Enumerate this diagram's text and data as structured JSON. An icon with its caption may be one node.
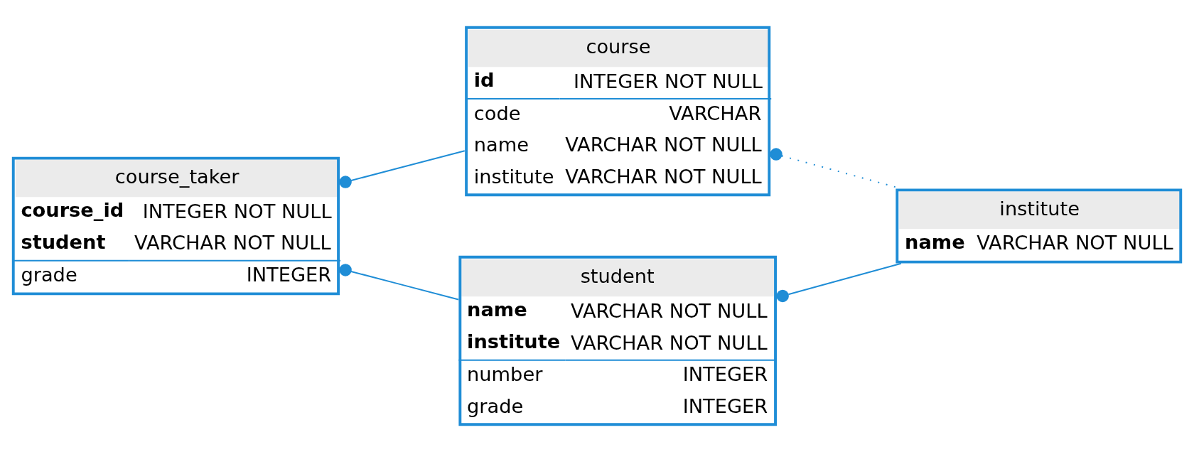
{
  "diagram": {
    "nodes": [
      {
        "text": [
          "course",
          "id",
          "INTEGER NOT NULL",
          "code",
          "VARCHAR",
          "name",
          "VARCHAR NOT NULL",
          "institute",
          "VARCHAR NOT NULL"
        ]
      },
      {
        "text": [
          "course_taker",
          "course_id",
          "INTEGER NOT NULL",
          "student",
          "VARCHAR NOT NULL",
          "grade",
          "INTEGER"
        ]
      },
      {
        "text": [
          "institute",
          "name",
          "VARCHAR NOT NULL"
        ]
      },
      {
        "text": [
          "student",
          "name",
          "VARCHAR NOT NULL",
          "institute",
          "VARCHAR NOT NULL",
          "number",
          "INTEGER",
          "grade",
          "INTEGER"
        ]
      }
    ],
    "edges": [
      {
        "from": 1,
        "to": 0,
        "arrow": "other"
      },
      {
        "from": 0,
        "to": 2,
        "arrow": "other",
        "style": "dashed"
      },
      {
        "from": 1,
        "to": 3,
        "arrow": "other"
      },
      {
        "from": 3,
        "to": 2,
        "arrow": "other"
      }
    ]
  }
}
